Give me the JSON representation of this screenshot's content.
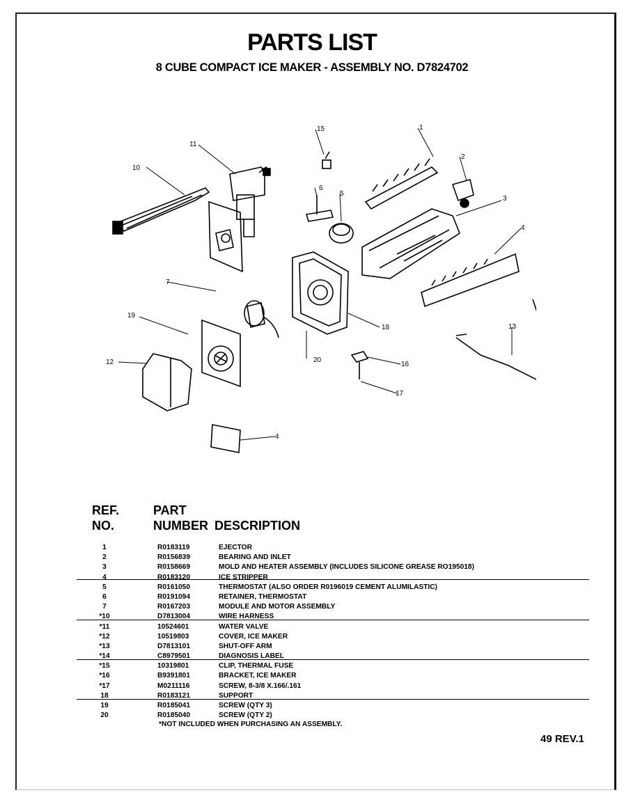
{
  "header": {
    "title": "PARTS LIST",
    "subtitle": "8 CUBE COMPACT ICE MAKER - ASSEMBLY NO. D7824702"
  },
  "diagram_callouts": [
    "15",
    "1",
    "11",
    "10",
    "2",
    "6",
    "5",
    "3",
    "4",
    "7",
    "19",
    "18",
    "12",
    "20",
    "16",
    "17",
    "13",
    "4"
  ],
  "table": {
    "headers": {
      "ref_line1": "REF.",
      "ref_line2": "NO.",
      "part_line1": "PART",
      "part_line2": "NUMBER",
      "description": "DESCRIPTION"
    },
    "rows": [
      {
        "ref": "1",
        "part": "R0183119",
        "desc": "EJECTOR"
      },
      {
        "ref": "2",
        "part": "R0156839",
        "desc": "BEARING AND INLET"
      },
      {
        "ref": "3",
        "part": "R0158669",
        "desc": "MOLD AND HEATER ASSEMBLY (INCLUDES SILICONE GREASE RO195018)"
      },
      {
        "ref": "4",
        "part": "R0183120",
        "desc": "ICE STRIPPER"
      },
      {
        "ref": "5",
        "part": "R0161050",
        "desc": "THERMOSTAT (ALSO ORDER R0196019 CEMENT ALUMILASTIC)"
      },
      {
        "ref": "6",
        "part": "R0191094",
        "desc": "RETAINER,  THERMOSTAT"
      },
      {
        "ref": "7",
        "part": "R0167203",
        "desc": "MODULE AND MOTOR ASSEMBLY"
      },
      {
        "ref": "*10",
        "part": "D7813004",
        "desc": "WIRE HARNESS"
      },
      {
        "ref": "*11",
        "part": "10524601",
        "desc": "WATER  VALVE"
      },
      {
        "ref": "*12",
        "part": "10519803",
        "desc": "COVER, ICE MAKER"
      },
      {
        "ref": "*13",
        "part": "D7813101",
        "desc": "SHUT-OFF ARM"
      },
      {
        "ref": "*14",
        "part": "C8979501",
        "desc": "DIAGNOSIS LABEL"
      },
      {
        "ref": "*15",
        "part": "10319801",
        "desc": "CLIP, THERMAL FUSE"
      },
      {
        "ref": "*16",
        "part": "B9391801",
        "desc": "BRACKET, ICE MAKER"
      },
      {
        "ref": "*17",
        "part": "M0211116",
        "desc": "SCREW, 8-3/8 X.166/.161"
      },
      {
        "ref": "18",
        "part": "R0183121",
        "desc": "SUPPORT"
      },
      {
        "ref": "19",
        "part": "R0185041",
        "desc": "SCREW (QTY 3)"
      },
      {
        "ref": "20",
        "part": "R0185040",
        "desc": "SCREW (QTY 2)"
      }
    ]
  },
  "footnote": "*NOT INCLUDED WHEN PURCHASING AN ASSEMBLY.",
  "page_label": "49 REV.1"
}
